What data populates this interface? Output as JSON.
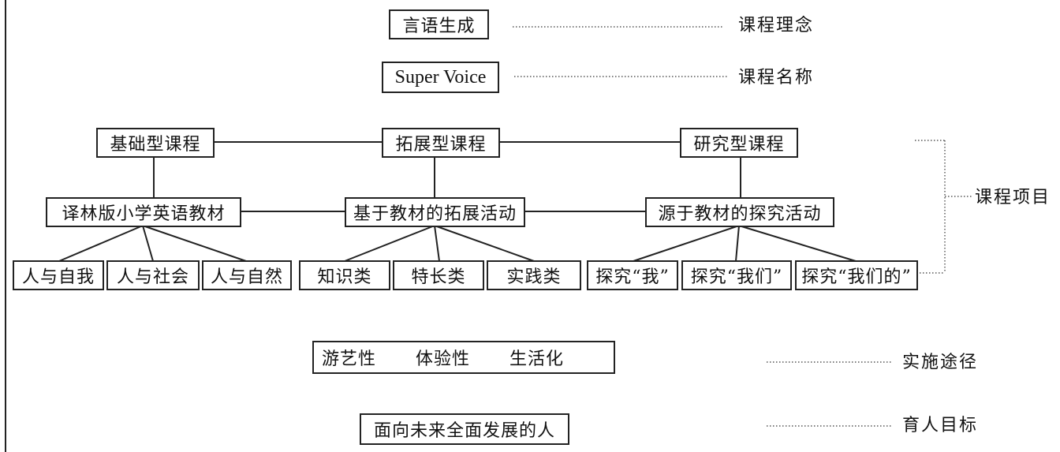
{
  "concept": {
    "box": "言语生成",
    "label": "课程理念"
  },
  "name": {
    "box": "Super Voice",
    "label": "课程名称"
  },
  "project_label": "课程项目",
  "level1": [
    "基础型课程",
    "拓展型课程",
    "研究型课程"
  ],
  "level2": [
    "译林版小学英语教材",
    "基于教材的拓展活动",
    "源于教材的探究活动"
  ],
  "level3": [
    [
      "人与自我",
      "人与社会",
      "人与自然"
    ],
    [
      "知识类",
      "特长类",
      "实践类"
    ],
    [
      "探究“我”",
      "探究“我们”",
      "探究“我们的”"
    ]
  ],
  "implementation": {
    "items": [
      "游艺性",
      "体验性",
      "生活化"
    ],
    "label": "实施途径"
  },
  "goal": {
    "box": "面向未来全面发展的人",
    "label": "育人目标"
  }
}
